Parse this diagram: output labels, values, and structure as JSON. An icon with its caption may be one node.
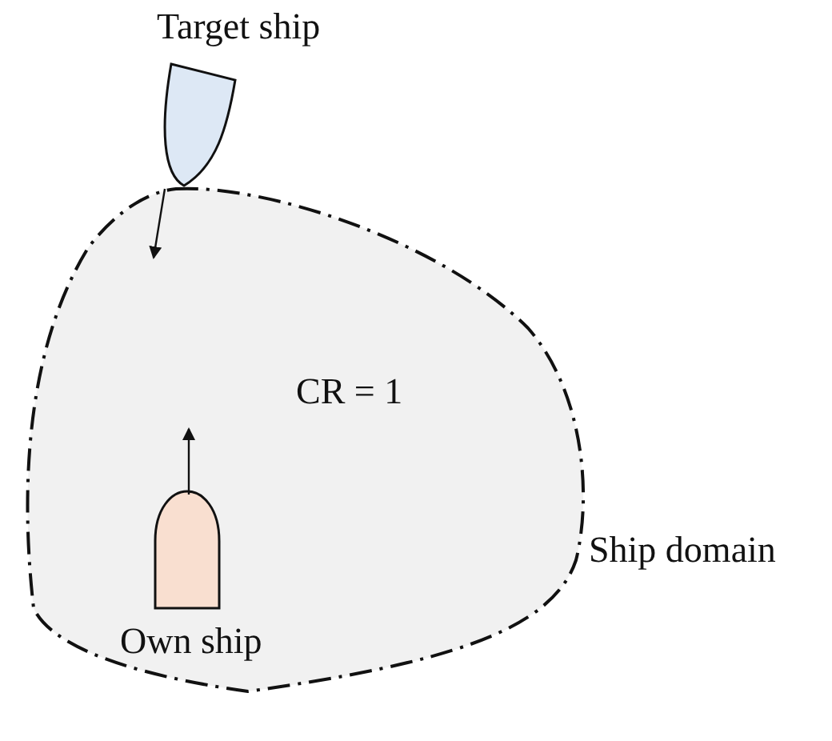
{
  "diagram": {
    "nodes": [
      {
        "text": [
          "Target ship"
        ]
      },
      {
        "text": [
          "CR = 1"
        ],
        "beside": [
          "Ship domain"
        ]
      },
      {
        "text": [
          "Own ship"
        ],
        "in": 1
      }
    ]
  }
}
